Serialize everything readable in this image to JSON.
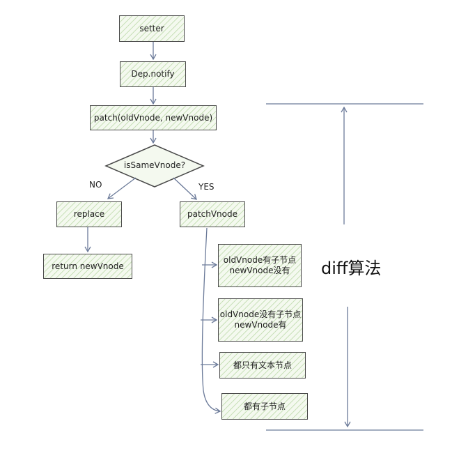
{
  "nodes": {
    "setter": "setter",
    "dep_notify": "Dep.notify",
    "patch": "patch(oldVnode, newVnode)",
    "is_same_vnode": "isSameVnode?",
    "replace": "replace",
    "return_new_vnode": "return newVnode",
    "patch_vnode": "patchVnode",
    "case1_line1": "oldVnode有子节点",
    "case1_line2": "newVnode没有",
    "case2_line1": "oldVnode没有子节点",
    "case2_line2": "newVnode有",
    "case3": "都只有文本节点",
    "case4": "都有子节点"
  },
  "edge_labels": {
    "no": "NO",
    "yes": "YES"
  },
  "side_label": "diff算法",
  "colors": {
    "fill": "#f4f9ef",
    "hatch": "#96c378",
    "stroke": "#4a4a4a",
    "arrow": "#6b7a99"
  }
}
